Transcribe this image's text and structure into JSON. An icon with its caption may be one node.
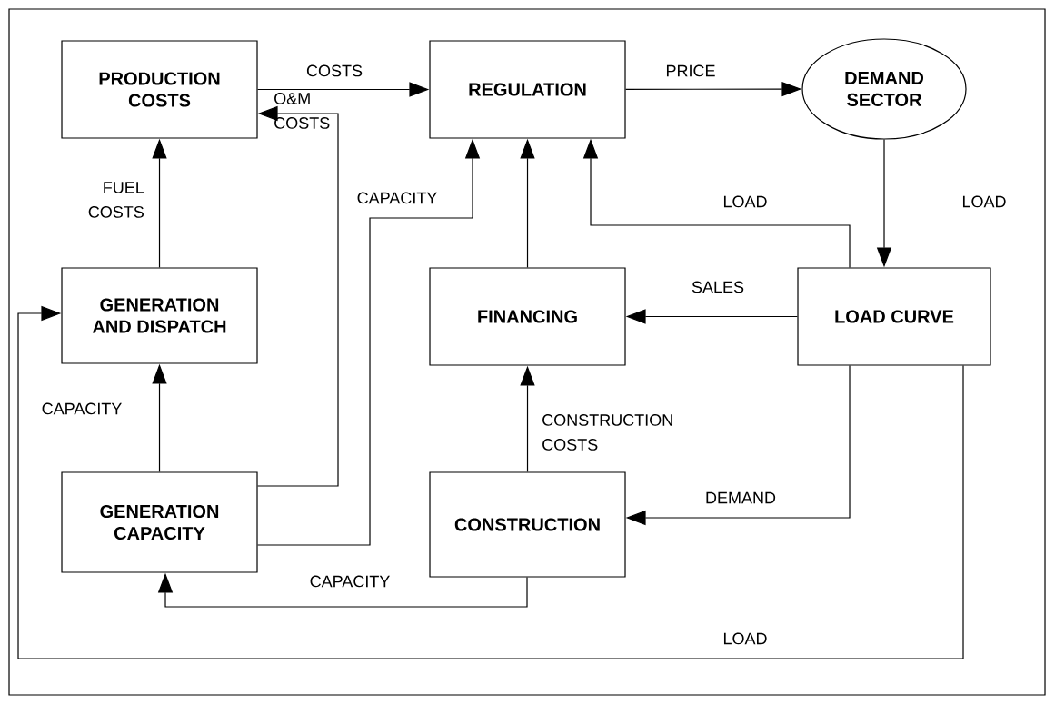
{
  "diagram": {
    "nodes": [
      {
        "text": [
          "PRODUCTION COSTS"
        ]
      },
      {
        "text": [
          "REGULATION"
        ]
      },
      {
        "text": [
          "DEMAND SECTOR"
        ]
      },
      {
        "text": [
          "GENERATION AND DISPATCH"
        ]
      },
      {
        "text": [
          "FINANCING"
        ]
      },
      {
        "text": [
          "LOAD CURVE"
        ]
      },
      {
        "text": [
          "GENERATION CAPACITY"
        ]
      },
      {
        "text": [
          "CONSTRUCTION"
        ]
      }
    ],
    "edges": [
      {
        "from": 0,
        "to": 1,
        "arrow": "to",
        "label": "COSTS"
      },
      {
        "from": 1,
        "to": 2,
        "arrow": "to",
        "label": "PRICE"
      },
      {
        "from": 2,
        "to": 5,
        "arrow": "to",
        "label": "LOAD"
      },
      {
        "from": 6,
        "to": 0,
        "arrow": "to",
        "label": "O&M COSTS"
      },
      {
        "from": 6,
        "to": 1,
        "arrow": "to",
        "label": "CAPACITY"
      },
      {
        "from": 3,
        "to": 0,
        "arrow": "to",
        "label": "FUEL COSTS"
      },
      {
        "from": 6,
        "to": 3,
        "arrow": "to",
        "label": "CAPACITY"
      },
      {
        "from": 4,
        "to": 1,
        "arrow": "to"
      },
      {
        "from": 5,
        "to": 1,
        "arrow": "to",
        "label": "LOAD"
      },
      {
        "from": 5,
        "to": 4,
        "arrow": "to",
        "label": "SALES"
      },
      {
        "from": 7,
        "to": 4,
        "arrow": "to",
        "label": "CONSTRUCTION COSTS"
      },
      {
        "from": 5,
        "to": 7,
        "arrow": "to",
        "label": "DEMAND"
      },
      {
        "from": 7,
        "to": 6,
        "arrow": "to",
        "label": "CAPACITY"
      },
      {
        "from": 5,
        "to": 3,
        "arrow": "to",
        "label": "LOAD"
      }
    ]
  }
}
